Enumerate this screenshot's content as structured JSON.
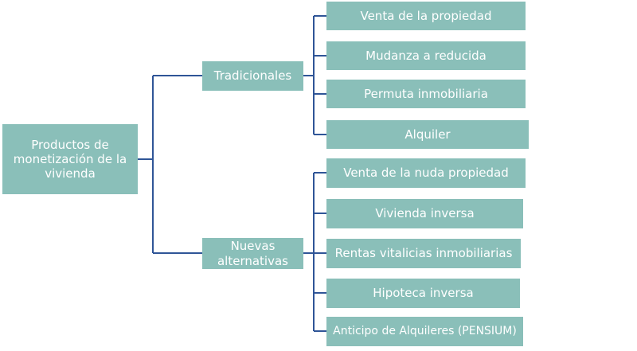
{
  "colors": {
    "box_fill": "#8abfb9",
    "connector": "#2f5597",
    "text": "#ffffff"
  },
  "root": {
    "label": "Productos de monetización de la vivienda"
  },
  "groups": [
    {
      "label": "Tradicionales",
      "items": [
        "Venta de la propiedad",
        "Mudanza a reducida",
        "Permuta inmobiliaria",
        "Alquiler"
      ]
    },
    {
      "label": "Nuevas alternativas",
      "items": [
        "Venta de la nuda propiedad",
        "Vivienda inversa",
        "Rentas vitalicias inmobiliarias",
        "Hipoteca inversa",
        "Anticipo de Alquileres (PENSIUM)"
      ]
    }
  ]
}
